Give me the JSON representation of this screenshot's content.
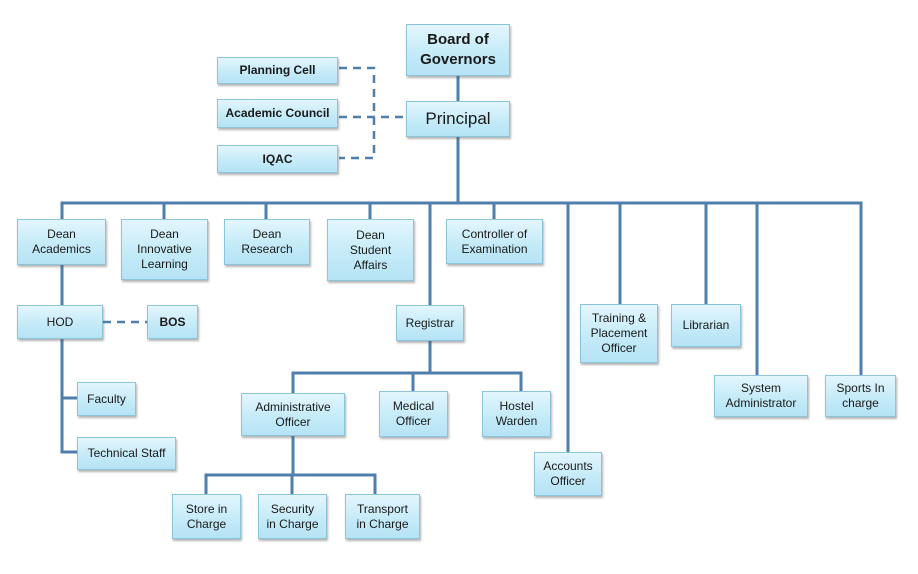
{
  "nodes": {
    "board": "Board of\nGovernors",
    "principal": "Principal",
    "planning_cell": "Planning Cell",
    "academic_council": "Academic Council",
    "iqac": "IQAC",
    "dean_academics": "Dean\nAcademics",
    "dean_innovative": "Dean\nInnovative\nLearning",
    "dean_research": "Dean\nResearch",
    "dean_student": "Dean\nStudent\nAffairs",
    "controller": "Controller of\nExamination",
    "hod": "HOD",
    "bos": "BOS",
    "faculty": "Faculty",
    "technical_staff": "Technical Staff",
    "registrar": "Registrar",
    "admin_officer": "Administrative\nOfficer",
    "medical_officer": "Medical\nOfficer",
    "hostel_warden": "Hostel\nWarden",
    "store": "Store in\nCharge",
    "security": "Security\nin Charge",
    "transport": "Transport\nin Charge",
    "accounts": "Accounts\nOfficer",
    "training": "Training &\nPlacement\nOfficer",
    "librarian": "Librarian",
    "sysadmin": "System\nAdministrator",
    "sports": "Sports In\ncharge"
  },
  "colors": {
    "line": "#4f7fad",
    "box_border": "#8cc4da",
    "box_fill": "#c5ebf8"
  }
}
